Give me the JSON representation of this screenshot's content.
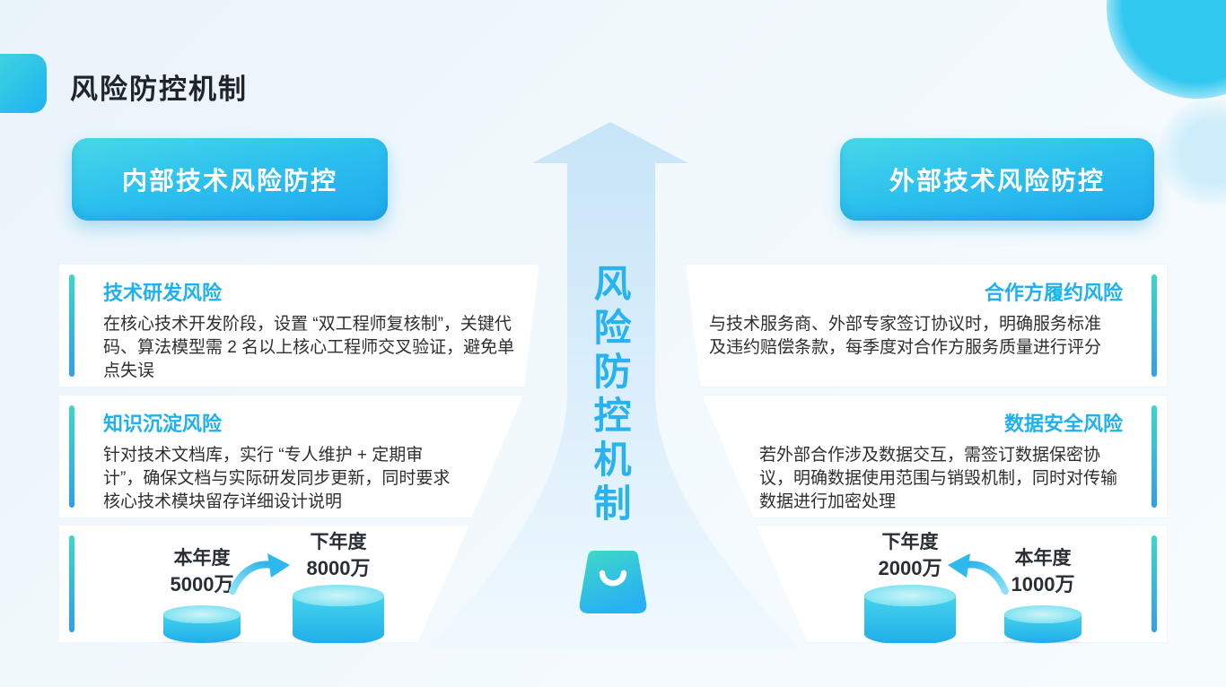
{
  "title": "风险防控机制",
  "headers": {
    "left": "内部技术风险防控",
    "right": "外部技术风险防控"
  },
  "center": {
    "vertical_text": "风险防控机制",
    "bag_icon": "shopping-bag-icon"
  },
  "left_cards": [
    {
      "title": "技术研发风险",
      "body": "在核心技术开发阶段，设置 “双工程师复核制”，关键代码、算法模型需 2 名以上核心工程师交叉验证，避免单点失误"
    },
    {
      "title": "知识沉淀风险",
      "body": "针对技术文档库，实行 “专人维护 + 定期审计”，确保文档与实际研发同步更新，同时要求核心技术模块留存详细设计说明"
    }
  ],
  "right_cards": [
    {
      "title": "合作方履约风险",
      "body": "与技术服务商、外部专家签订协议时，明确服务标准及违约赔偿条款，每季度对合作方服务质量进行评分"
    },
    {
      "title": "数据安全风险",
      "body": "若外部合作涉及数据交互，需签订数据保密协议，明确数据使用范围与销毁机制，同时对传输数据进行加密处理"
    }
  ],
  "left_metric": {
    "from_label": "本年度",
    "from_value": "5000万",
    "to_label": "下年度",
    "to_value": "8000万"
  },
  "right_metric": {
    "to_label": "下年度",
    "to_value": "2000万",
    "from_label": "本年度",
    "from_value": "1000万"
  },
  "colors": {
    "accent_blue": "#22b3ef",
    "accent_teal": "#3ad8c9",
    "card_title": "#1fb0ee",
    "vertical_text": "#29b2f0",
    "body_text": "#2f2f2f",
    "funnel_top": "#c7e5f8",
    "background": "#eef6fc"
  }
}
